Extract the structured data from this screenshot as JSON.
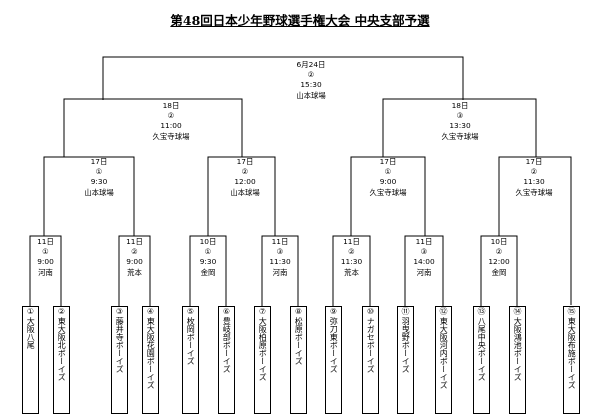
{
  "title": "第48回日本少年野球選手権大会 中央支部予選",
  "matches": {
    "final": {
      "date": "6月24日",
      "no": "②",
      "time": "15:30",
      "venue": "山本球場"
    },
    "semi_l": {
      "date": "18日",
      "no": "②",
      "time": "11:00",
      "venue": "久宝寺球場"
    },
    "semi_r": {
      "date": "18日",
      "no": "③",
      "time": "13:30",
      "venue": "久宝寺球場"
    },
    "q1": {
      "date": "17日",
      "no": "①",
      "time": "9:30",
      "venue": "山本球場"
    },
    "q2": {
      "date": "17日",
      "no": "②",
      "time": "12:00",
      "venue": "山本球場"
    },
    "q3": {
      "date": "17日",
      "no": "①",
      "time": "9:00",
      "venue": "久宝寺球場"
    },
    "q4": {
      "date": "17日",
      "no": "②",
      "time": "11:30",
      "venue": "久宝寺球場"
    },
    "r1": {
      "date": "11日",
      "no": "①",
      "time": "9:00",
      "venue": "河南"
    },
    "r2": {
      "date": "11日",
      "no": "②",
      "time": "9:00",
      "venue": "荒本"
    },
    "r3": {
      "date": "10日",
      "no": "①",
      "time": "9:30",
      "venue": "金岡"
    },
    "r4": {
      "date": "11日",
      "no": "③",
      "time": "11:30",
      "venue": "河南"
    },
    "r5": {
      "date": "11日",
      "no": "②",
      "time": "11:30",
      "venue": "荒本"
    },
    "r6": {
      "date": "11日",
      "no": "③",
      "time": "14:00",
      "venue": "河南"
    },
    "r7": {
      "date": "10日",
      "no": "②",
      "time": "12:00",
      "venue": "金岡"
    }
  },
  "teams": [
    {
      "no": "①",
      "name": "大阪八尾"
    },
    {
      "no": "②",
      "name": "東大阪北ボーイズ"
    },
    {
      "no": "③",
      "name": "藤井寺ボーイズ"
    },
    {
      "no": "④",
      "name": "東大阪花園ボーイズ"
    },
    {
      "no": "⑤",
      "name": "枚岡ボーイズ"
    },
    {
      "no": "⑥",
      "name": "豊岐部ボーイズ"
    },
    {
      "no": "⑦",
      "name": "大阪柏原ボーイズ"
    },
    {
      "no": "⑧",
      "name": "松原ボーイズ"
    },
    {
      "no": "⑨",
      "name": "弥刀東ボーイズ"
    },
    {
      "no": "⑩",
      "name": "ナガセボーイズ"
    },
    {
      "no": "⑪",
      "name": "羽曳野ボーイズ"
    },
    {
      "no": "⑫",
      "name": "東大阪河内ボーイズ"
    },
    {
      "no": "⑬",
      "name": "八尾中央ボーイズ"
    },
    {
      "no": "⑭",
      "name": "大阪鴻池ボーイズ"
    },
    {
      "no": "⑮",
      "name": "東大阪布施ボーイズ"
    }
  ]
}
